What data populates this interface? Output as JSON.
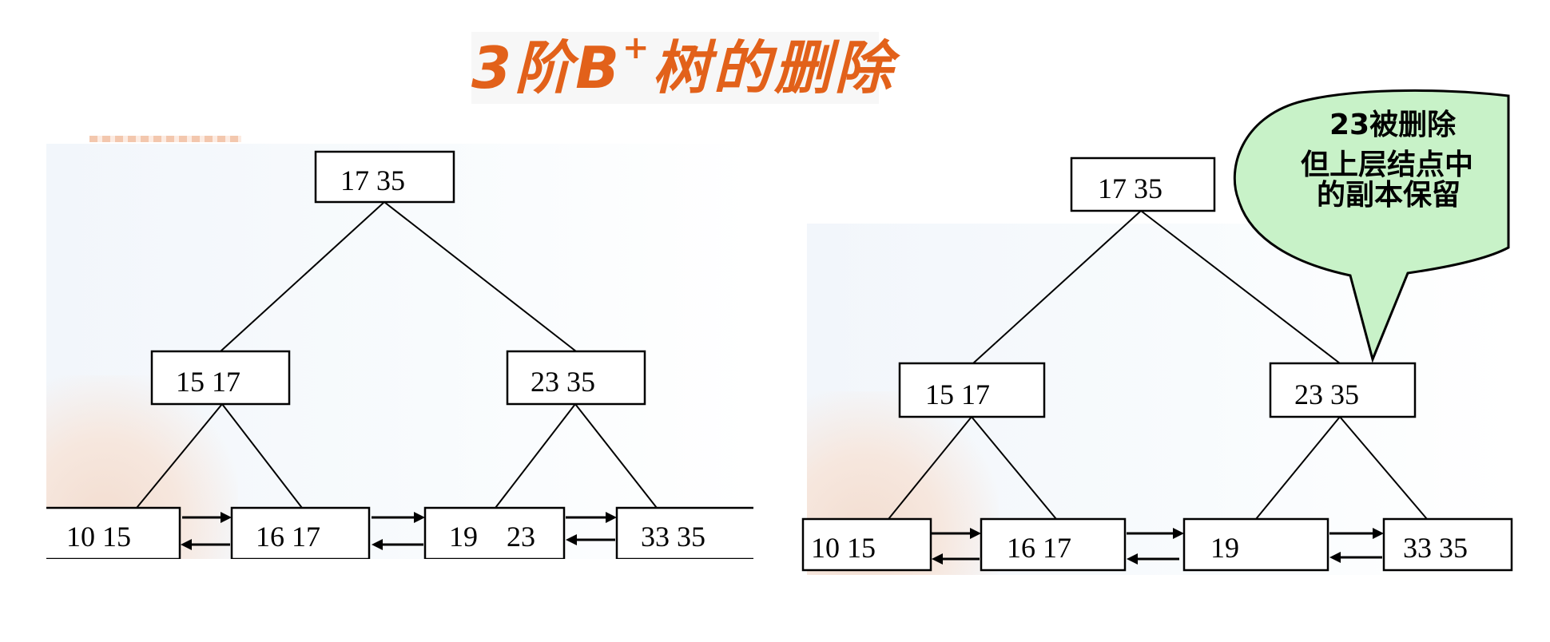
{
  "title": {
    "prefix": "3阶B",
    "superscript": "+",
    "suffix": "树的删除"
  },
  "left_tree": {
    "root": "17 35",
    "level1": [
      "15 17",
      "23 35"
    ],
    "leaves": [
      "10 15",
      "16 17",
      "19    23",
      "33 35"
    ]
  },
  "right_tree": {
    "root": "17 35",
    "level1": [
      "15 17",
      "23 35"
    ],
    "leaves": [
      "10 15",
      "16 17",
      "19",
      "33 35"
    ]
  },
  "callout": {
    "line1_num": "23",
    "line1_text": "被删除",
    "line2": "但上层结点中",
    "line3": "的副本保留"
  },
  "colors": {
    "title": "#e2611a",
    "callout_fill": "#c8f2c8"
  }
}
